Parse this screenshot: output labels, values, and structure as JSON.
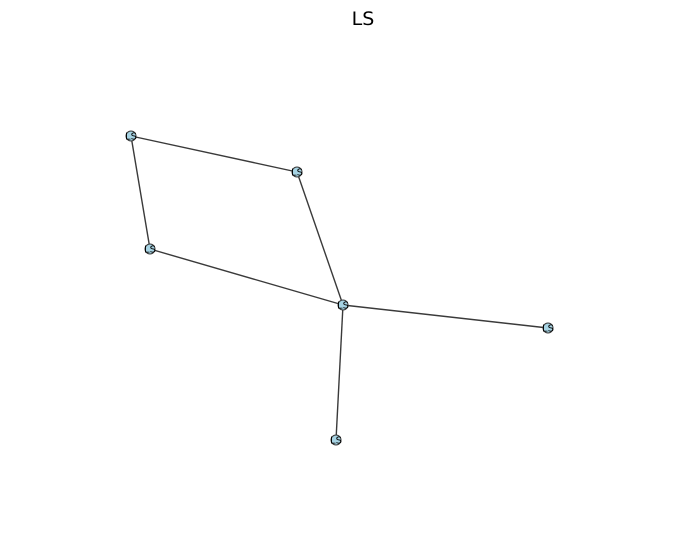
{
  "title": "LS",
  "colors": {
    "node_fill": "#a6d3e3",
    "node_stroke": "#3a3a3a",
    "edge": "#3a3a3a",
    "background": "#ffffff"
  },
  "graph": {
    "nodes": [
      {
        "id": "n1",
        "label": "LS"
      },
      {
        "id": "n2",
        "label": "LS"
      },
      {
        "id": "n3",
        "label": "LS"
      },
      {
        "id": "n4",
        "label": "LS"
      },
      {
        "id": "n5",
        "label": "LS"
      },
      {
        "id": "n6",
        "label": "LS"
      }
    ],
    "edges": [
      {
        "source": "n1",
        "target": "n2"
      },
      {
        "source": "n1",
        "target": "n3"
      },
      {
        "source": "n2",
        "target": "n4"
      },
      {
        "source": "n3",
        "target": "n4"
      },
      {
        "source": "n4",
        "target": "n5"
      },
      {
        "source": "n4",
        "target": "n6"
      }
    ]
  }
}
